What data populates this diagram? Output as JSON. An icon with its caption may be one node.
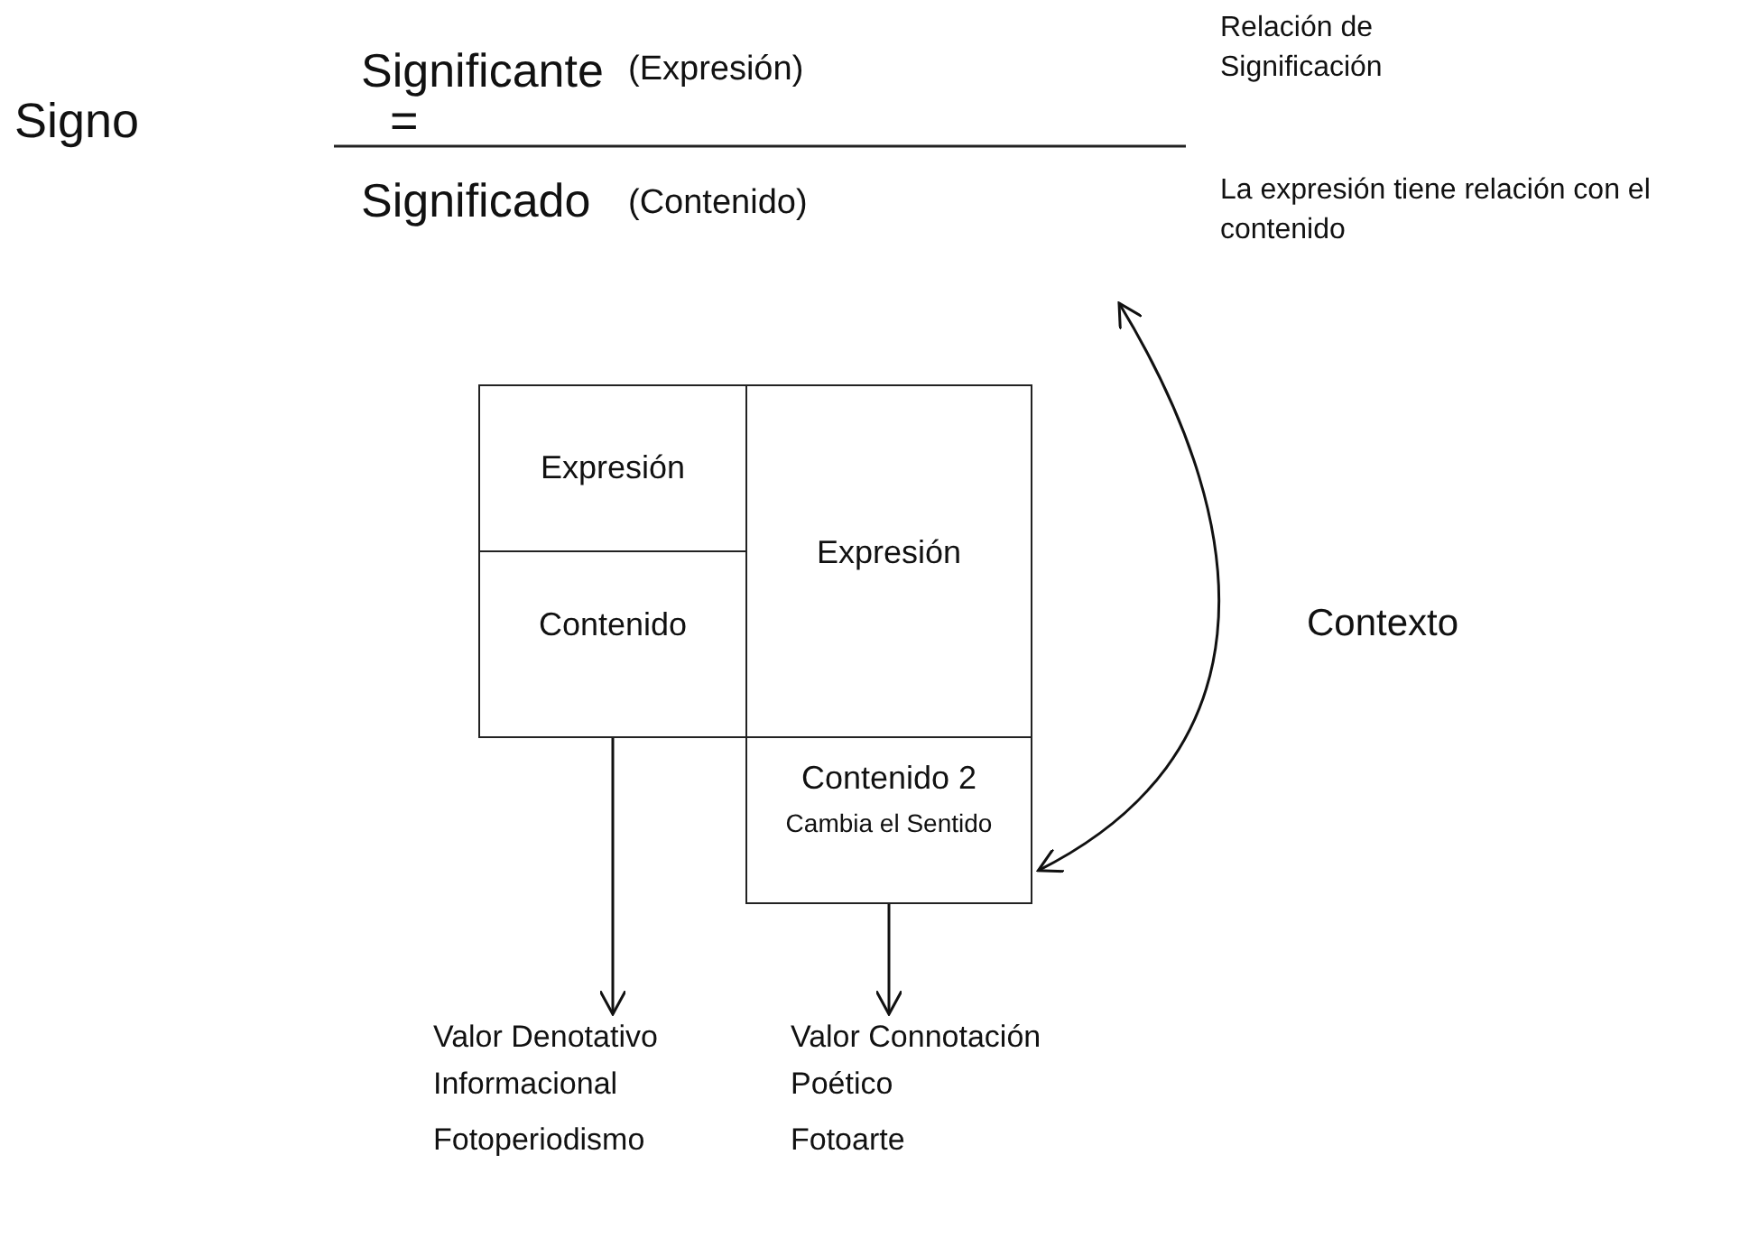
{
  "diagram": {
    "nodes": [
      {
        "text": [
          "Expresión"
        ]
      },
      {
        "text": [
          "Contenido"
        ]
      },
      {
        "text": [
          "Expresión"
        ]
      },
      {
        "text": [
          "Contenido 2",
          "Cambia el Sentido"
        ]
      },
      {
        "text": [
          "Valor Denotativo Informacional",
          "Fotoperiodismo"
        ]
      },
      {
        "text": [
          "Valor Connotación Poético",
          "Fotoarte"
        ]
      }
    ],
    "edges": [
      {
        "from": 1,
        "to": 4,
        "arrow": "to"
      },
      {
        "from": 3,
        "to": 5,
        "arrow": "to"
      },
      {
        "from": null,
        "to": 3,
        "arrow": "both",
        "label": "Contexto"
      }
    ],
    "labels": [
      "Signo",
      "=",
      "Significante",
      "(Expresión)",
      "Significado",
      "(Contenido)",
      "Relación de Significación",
      "La expresión tiene relación con el contenido"
    ]
  }
}
